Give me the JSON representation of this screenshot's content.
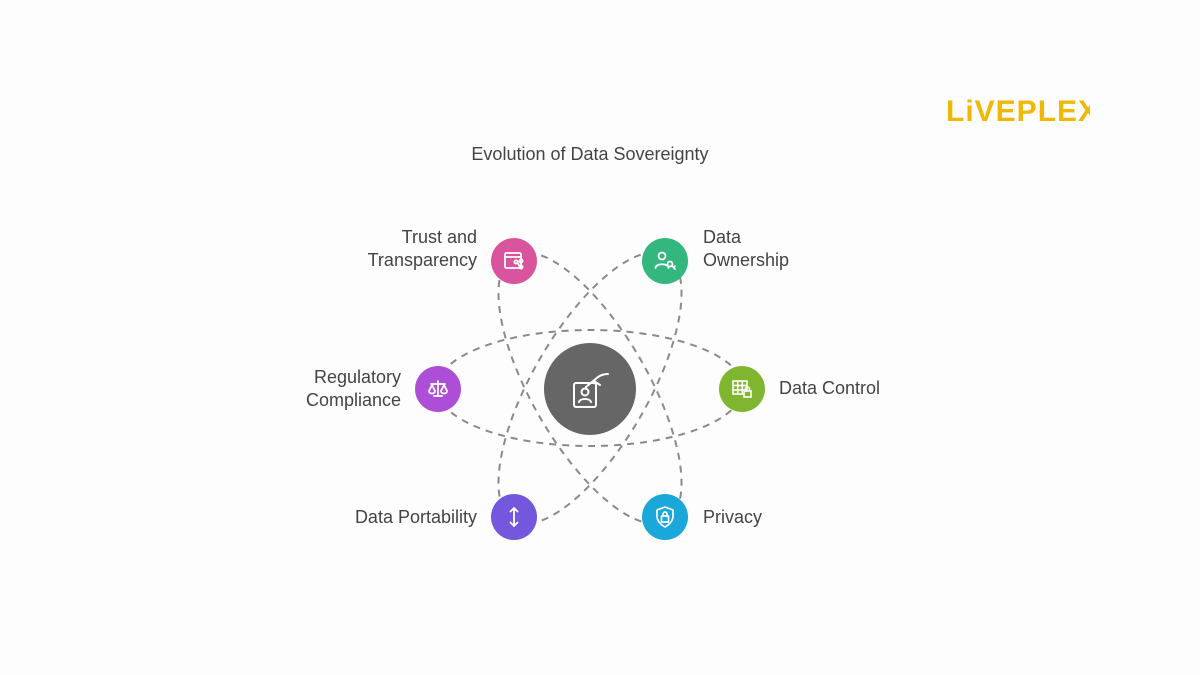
{
  "brand": {
    "logo_text": "LiVEPLEX",
    "color": "#f2b705"
  },
  "title": "Evolution of Data Sovereignty",
  "nodes": {
    "trust": {
      "line1": "Trust and",
      "line2": "Transparency",
      "color": "#d8549c",
      "icon": "browser-share-icon"
    },
    "ownership": {
      "line1": "Data",
      "line2": "Ownership",
      "color": "#34b77e",
      "icon": "user-key-icon"
    },
    "regulatory": {
      "line1": "Regulatory",
      "line2": "Compliance",
      "color": "#ad4fd6",
      "icon": "scales-icon"
    },
    "control": {
      "label": "Data Control",
      "color": "#7fb52f",
      "icon": "table-lock-icon"
    },
    "portability": {
      "label": "Data Portability",
      "color": "#7357dc",
      "icon": "up-down-arrow-icon"
    },
    "privacy": {
      "label": "Privacy",
      "color": "#1aa7d9",
      "icon": "shield-lock-icon"
    }
  },
  "center": {
    "color": "#666666",
    "icon": "hand-badge-icon"
  }
}
